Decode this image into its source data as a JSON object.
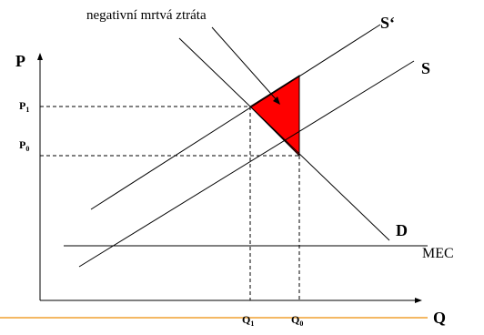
{
  "annotation": "negativní mrtvá ztráta",
  "axes": {
    "y_label": "P",
    "x_label": "Q"
  },
  "curves": {
    "supply_private": "S",
    "supply_social": "S‘",
    "demand": "D",
    "mec": "MEC"
  },
  "ticks": {
    "p1_main": "P",
    "p1_sub": "1",
    "p0_main": "P",
    "p0_sub": "0",
    "q1_main": "Q",
    "q1_sub": "1",
    "q0_main": "Q",
    "q0_sub": "0"
  },
  "colors": {
    "deadweight_fill": "#ff0000",
    "line": "#000000",
    "bottom_rule": "#f0a030"
  }
}
